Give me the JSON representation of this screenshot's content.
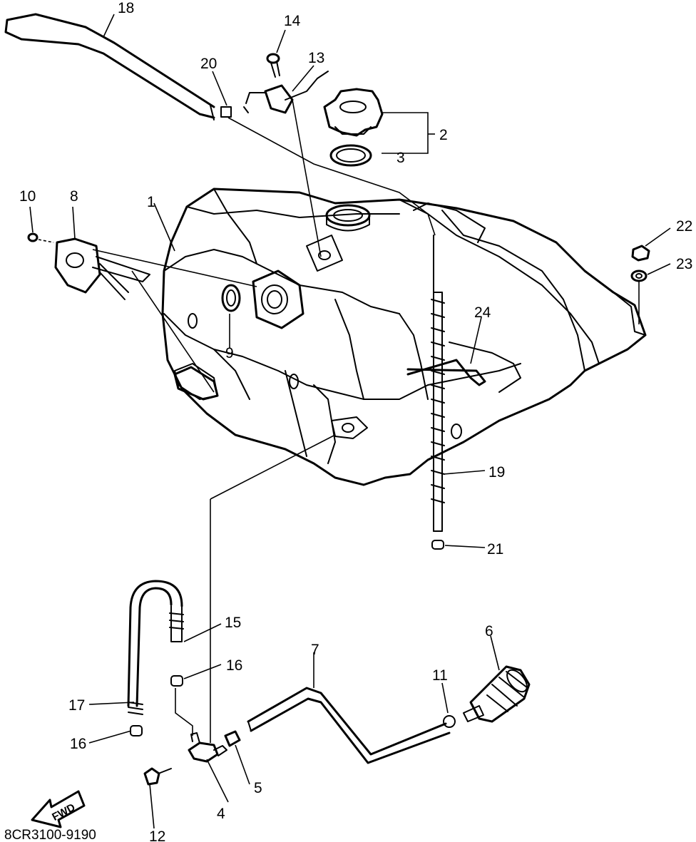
{
  "diagram_code": "8CR3100-9190",
  "fwd_label": "FWD",
  "callouts": {
    "c1": "1",
    "c2": "2",
    "c3": "3",
    "c4": "4",
    "c5": "5",
    "c6": "6",
    "c7": "7",
    "c8": "8",
    "c9": "9",
    "c10": "10",
    "c11": "11",
    "c12": "12",
    "c13": "13",
    "c14": "14",
    "c15": "15",
    "c16a": "16",
    "c16b": "16",
    "c17": "17",
    "c18": "18",
    "c19": "19",
    "c20": "20",
    "c21": "21",
    "c22": "22",
    "c23": "23",
    "c24": "24"
  }
}
